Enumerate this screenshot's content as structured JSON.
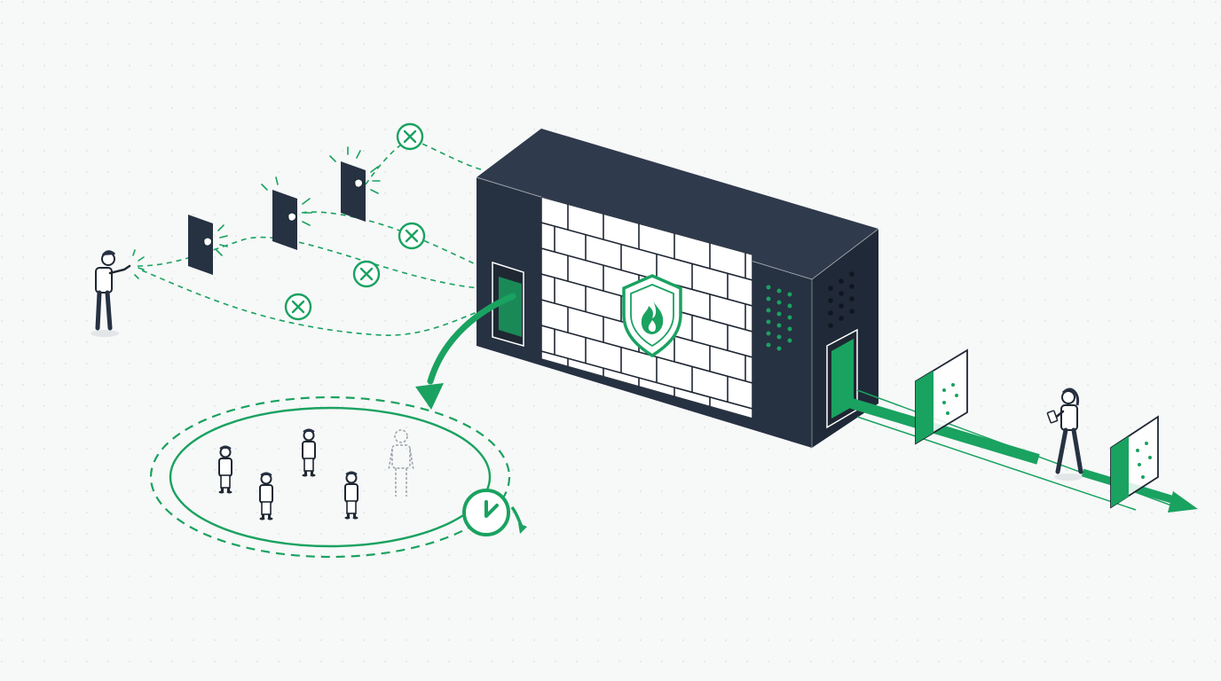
{
  "colors": {
    "background": "#f7f8f8",
    "dot": "#e2e5e6",
    "accent": "#1aa260",
    "dark": "#263142",
    "dark_side": "#1f2937",
    "dark_top": "#2f3a4c",
    "outline": "#1f2733",
    "brick": "#ffffff"
  },
  "icons": {
    "attacker": "person-knocking-icon",
    "blocked": "x-circle-icon",
    "knock_door": "door-knock-icon",
    "firewall": "shield-flame-icon",
    "waiting": "clock-refresh-icon",
    "walker": "person-with-phone-icon"
  },
  "scene": {
    "blocked_attempts": 4,
    "knock_doors": 3,
    "waiting_people": 5,
    "ghost_people": 1,
    "gates": 2
  }
}
